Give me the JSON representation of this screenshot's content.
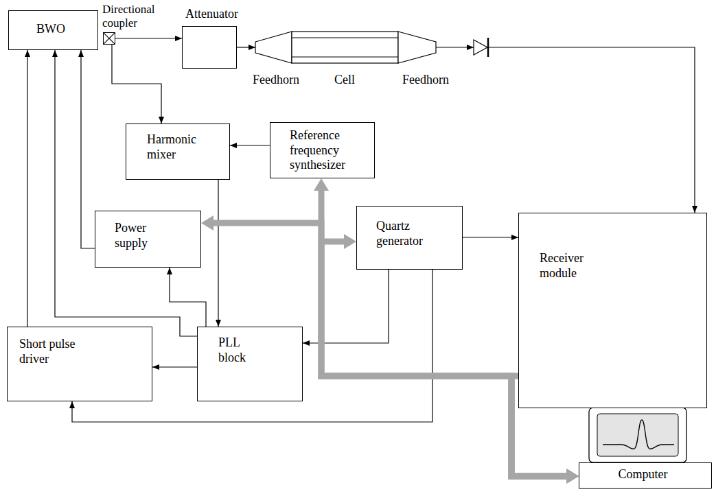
{
  "diagram": {
    "nodes": [
      {
        "text": [
          "Directional coupler"
        ]
      },
      {
        "text": [
          "Attenuator"
        ]
      },
      {
        "text": [
          "BWO"
        ]
      },
      {
        "text": [
          "Harmonic mixer"
        ]
      },
      {
        "text": [
          "Reference frequency synthesizer"
        ]
      },
      {
        "text": [
          "Power supply"
        ]
      },
      {
        "text": [
          "Quartz generator"
        ]
      },
      {
        "text": [
          "Receiver module"
        ]
      },
      {
        "text": [
          "Short pulse driver"
        ]
      },
      {
        "text": [
          "PLL block"
        ]
      },
      {
        "text": [
          "Computer"
        ]
      }
    ],
    "edges": [
      {
        "from": 0,
        "to": 1,
        "arrow": "to"
      },
      {
        "from": 0,
        "to": 3,
        "arrow": "to"
      },
      {
        "from": 4,
        "to": 3,
        "arrow": "to"
      },
      {
        "from": 3,
        "to": 9,
        "arrow": "to"
      },
      {
        "from": 5,
        "to": 2,
        "arrow": "to"
      },
      {
        "from": 9,
        "to": 5,
        "arrow": "to"
      },
      {
        "from": 9,
        "to": 2,
        "arrow": "to"
      },
      {
        "from": 9,
        "to": 8,
        "arrow": "to"
      },
      {
        "from": 8,
        "to": 2,
        "arrow": "to"
      },
      {
        "from": 6,
        "to": 9,
        "arrow": "to"
      },
      {
        "from": 6,
        "to": 7,
        "arrow": "to"
      },
      {
        "from": 6,
        "to": 8,
        "arrow": "to"
      },
      {
        "from": 10,
        "to": 5,
        "arrow": "both"
      },
      {
        "from": 10,
        "to": 4,
        "arrow": "both"
      },
      {
        "from": 10,
        "to": 6,
        "arrow": "both"
      },
      {
        "from": 10,
        "to": 7,
        "arrow": "both"
      }
    ],
    "labels": [
      "Feedhorn",
      "Cell",
      "Feedhorn"
    ]
  }
}
